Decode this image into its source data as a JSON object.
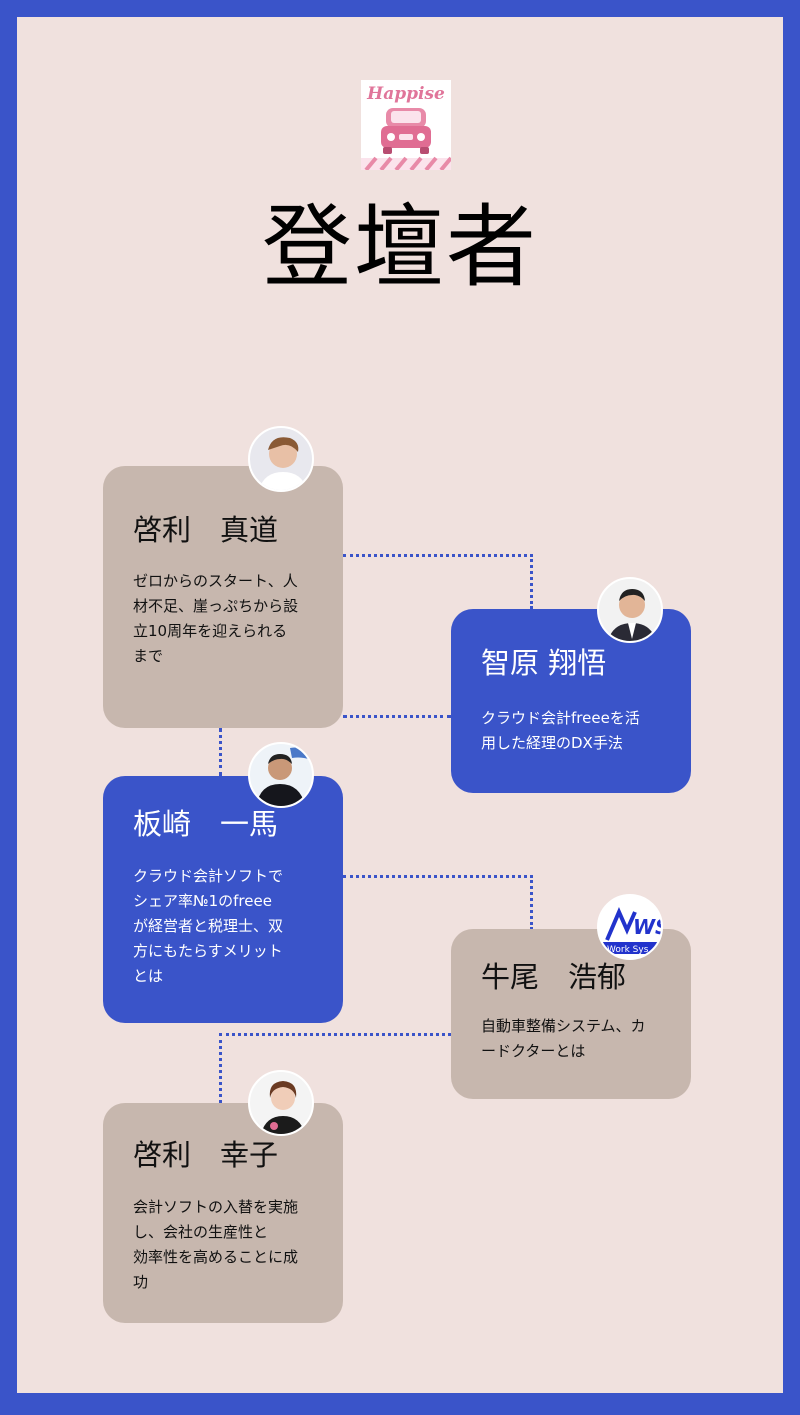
{
  "logo": {
    "text": "Happise"
  },
  "title": "登壇者",
  "speakers": [
    {
      "name": "啓利　真道",
      "desc": "ゼロからのスタート、人\n材不足、崖っぷちから設\n立10周年を迎えられる\nまで",
      "avatar": "photo of a man with short brown hair"
    },
    {
      "name": "智原 翔悟",
      "desc": "クラウド会計freeeを活\n用した経理のDX手法",
      "avatar": "photo of a man in a suit"
    },
    {
      "name": "板崎　一馬",
      "desc": "クラウド会計ソフトで\nシェア率№1のfreee\nが経営者と税理士、双\n方にもたらすメリット\nとは",
      "avatar": "photo of a man in a black t-shirt"
    },
    {
      "name": "牛尾　浩郁",
      "desc": "自動車整備システム、カ\nードクターとは",
      "avatar": "Work System logo",
      "avatar_logo": "WS",
      "avatar_logo_sub": "Work Sys"
    },
    {
      "name": "啓利　幸子",
      "desc": "会計ソフトの入替を実施\nし、会社の生産性と\n効率性を高めることに成\n功",
      "avatar": "photo of a woman"
    }
  ],
  "colors": {
    "blue": "#3a54c9",
    "tan": "#c7b7ae",
    "background": "#f0e1de"
  }
}
